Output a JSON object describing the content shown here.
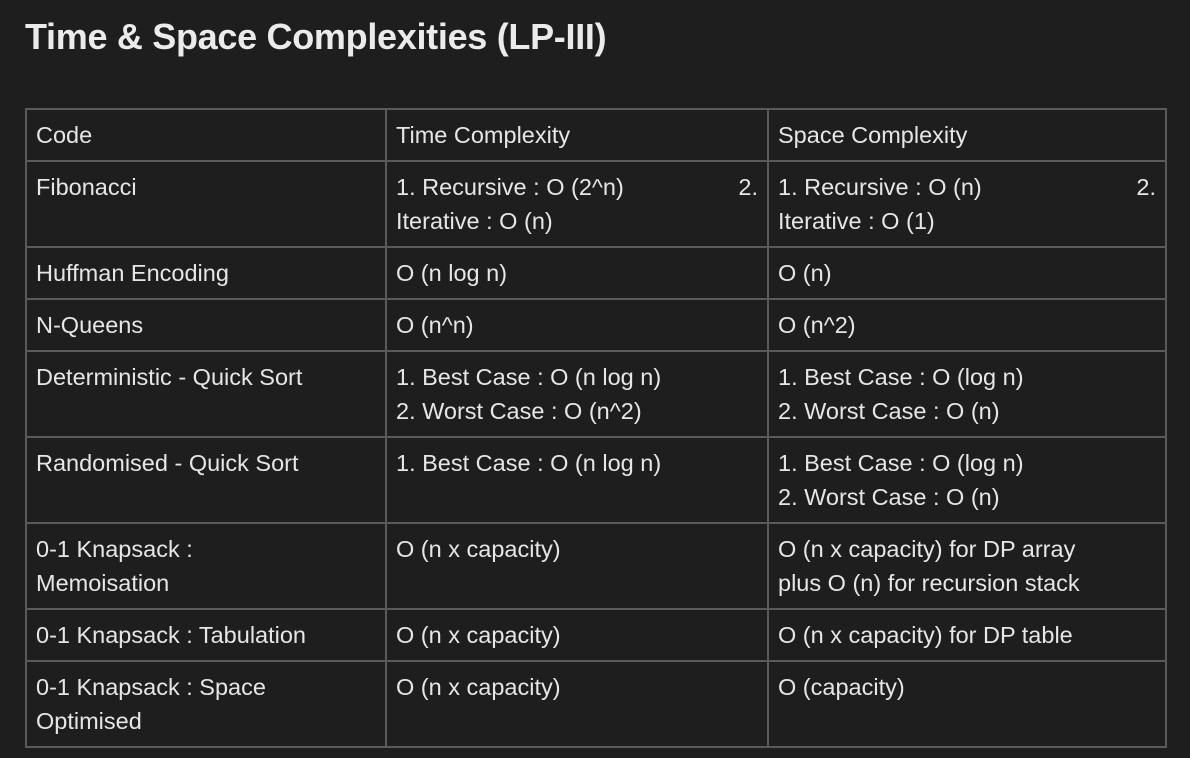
{
  "page": {
    "title": "Time & Space Complexities (LP-III)"
  },
  "table": {
    "headers": [
      "Code",
      "Time Complexity",
      "Space Complexity"
    ],
    "rows": [
      {
        "code": [
          "Fibonacci"
        ],
        "time": [
          "1. Recursive : O (2^n)",
          "2.",
          "Iterative : O (n)"
        ],
        "space": [
          "1. Recursive : O (n)",
          "2.",
          "Iterative : O (1)"
        ]
      },
      {
        "code": [
          "Huffman Encoding"
        ],
        "time": [
          "O (n log n)"
        ],
        "space": [
          "O (n)"
        ]
      },
      {
        "code": [
          "N-Queens"
        ],
        "time": [
          "O (n^n)"
        ],
        "space": [
          "O (n^2)"
        ]
      },
      {
        "code": [
          "Deterministic - Quick Sort"
        ],
        "time": [
          "1. Best Case : O (n log n)",
          "2. Worst Case : O (n^2)"
        ],
        "space": [
          "1. Best Case : O (log n)",
          "2. Worst Case : O (n)"
        ]
      },
      {
        "code": [
          "Randomised - Quick Sort"
        ],
        "time": [
          "1. Best Case : O (n log n)"
        ],
        "space": [
          "1. Best Case : O (log n)",
          "2. Worst Case : O (n)"
        ]
      },
      {
        "code": [
          "0-1 Knapsack :",
          "Memoisation"
        ],
        "time": [
          "O (n x capacity)"
        ],
        "space": [
          "O (n x capacity) for DP array",
          "plus O (n) for recursion stack"
        ]
      },
      {
        "code": [
          "0-1 Knapsack : Tabulation"
        ],
        "time": [
          "O (n x capacity)"
        ],
        "space": [
          "O (n x capacity) for DP table"
        ]
      },
      {
        "code": [
          "0-1 Knapsack : Space",
          "Optimised"
        ],
        "time": [
          "O (n x capacity)"
        ],
        "space": [
          "O (capacity)"
        ]
      }
    ]
  }
}
